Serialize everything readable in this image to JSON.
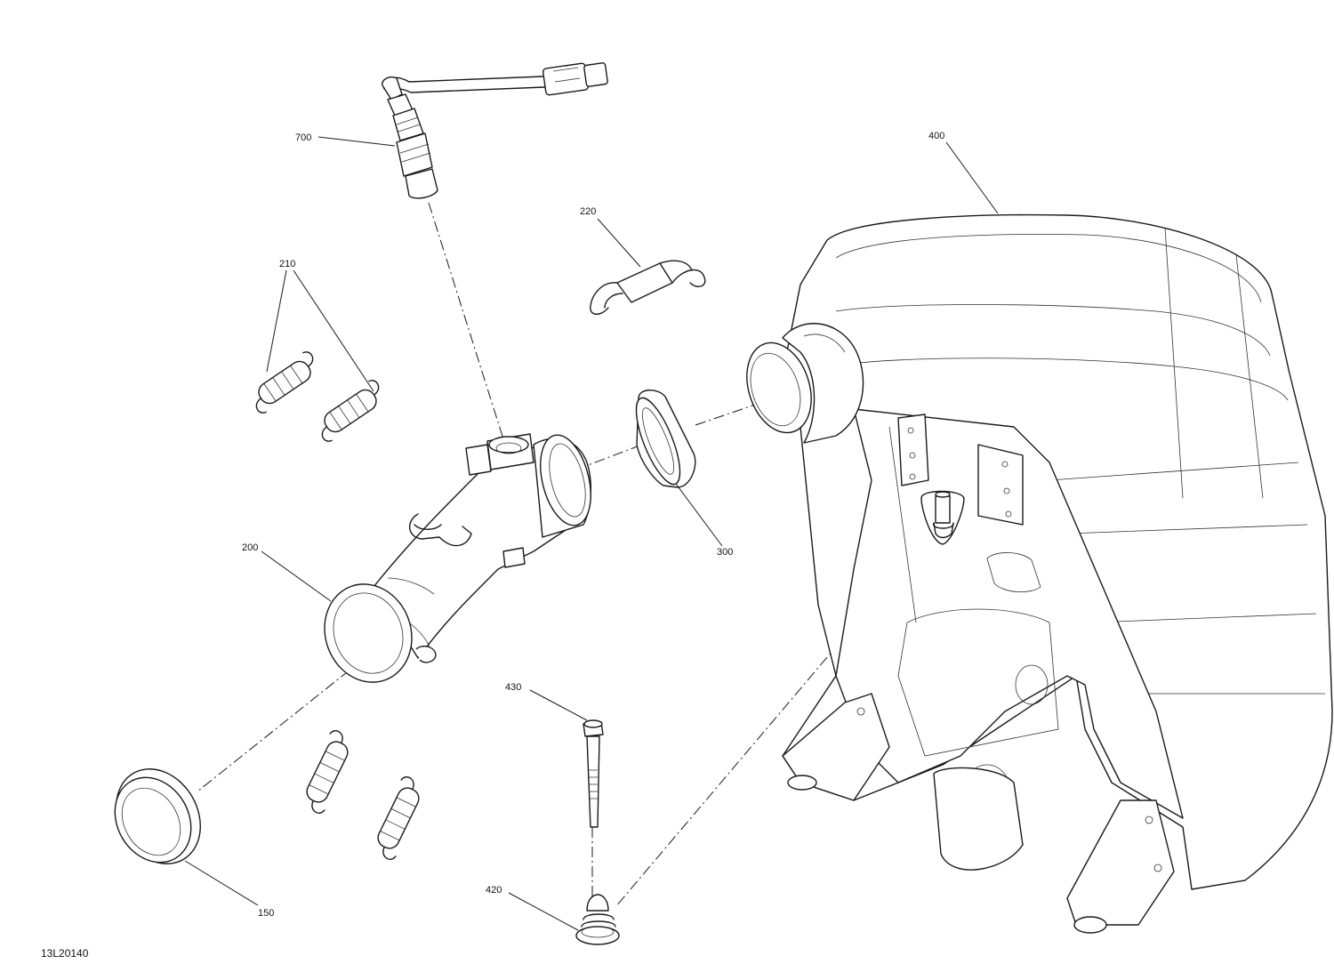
{
  "diagram": {
    "code": "13L20140",
    "callouts": {
      "c700": "700",
      "c400": "400",
      "c220": "220",
      "c210": "210",
      "c200": "200",
      "c300": "300",
      "c430": "430",
      "c420": "420",
      "c150": "150"
    }
  }
}
